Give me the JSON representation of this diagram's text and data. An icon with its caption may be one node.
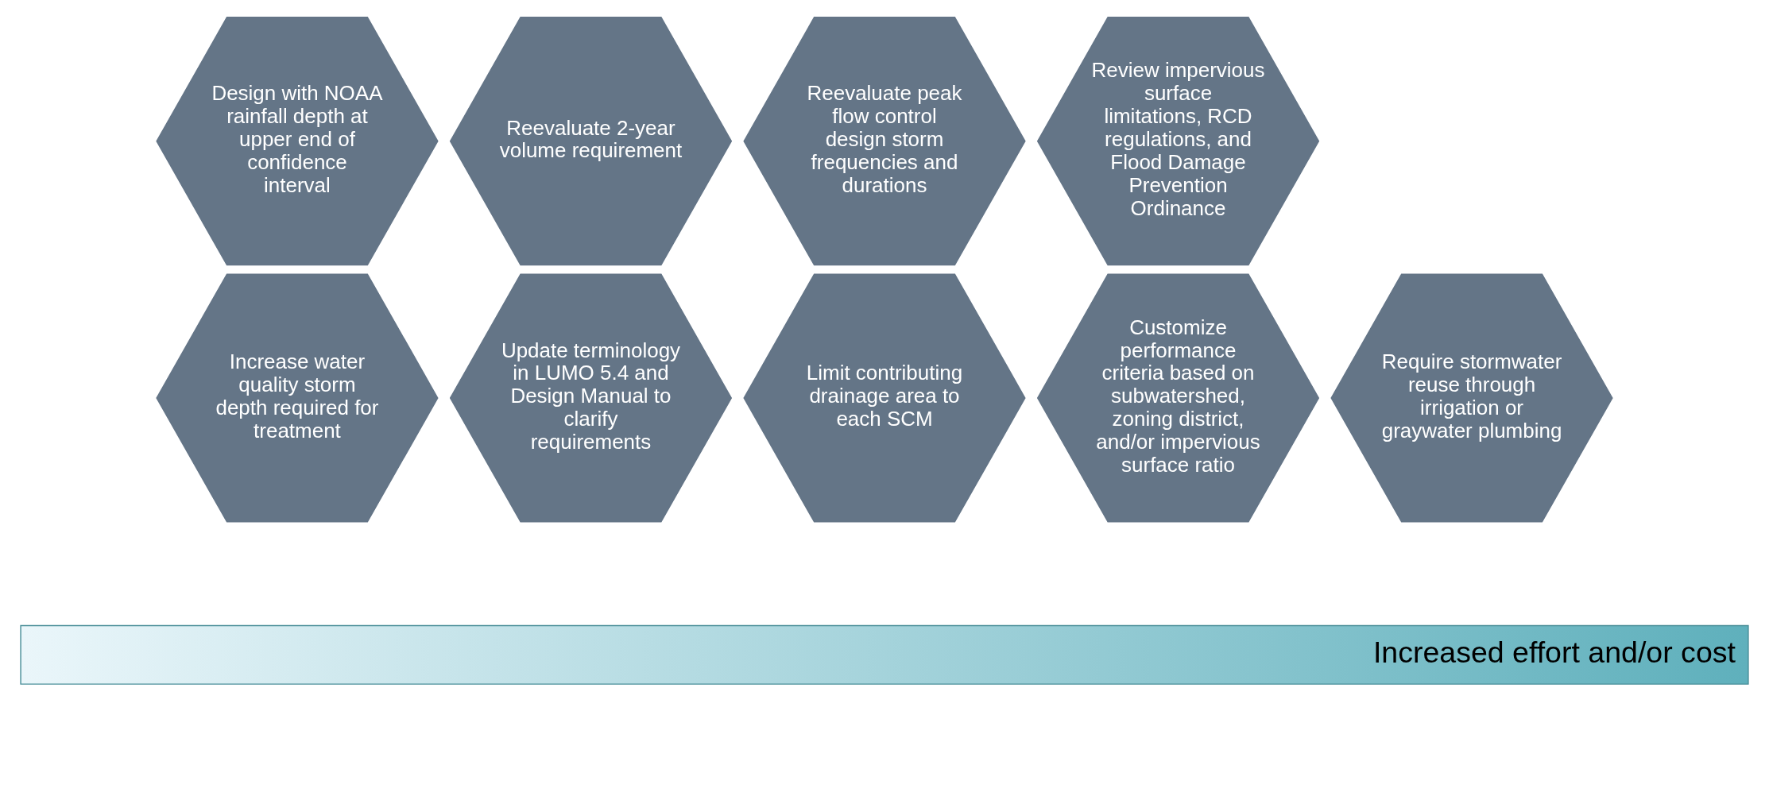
{
  "diagram": {
    "nodes": [
      {
        "text": [
          "Increase water quality storm depth required for treatment"
        ]
      },
      {
        "text": [
          "Design with NOAA rainfall depth at upper end of confidence interval"
        ]
      },
      {
        "text": [
          "Update terminology in LUMO 5.4 and Design Manual to clarify requirements"
        ]
      },
      {
        "text": [
          "Reevaluate 2-year volume requirement"
        ]
      },
      {
        "text": [
          "Limit contributing drainage area to each SCM"
        ]
      },
      {
        "text": [
          "Reevaluate peak flow control design storm frequencies and durations"
        ]
      },
      {
        "text": [
          "Customize performance criteria based on subwatershed, zoning district, and/or impervious surface ratio"
        ]
      },
      {
        "text": [
          "Review impervious surface limitations, RCD regulations, and Flood Damage Prevention Ordinance"
        ]
      },
      {
        "text": [
          "Require stormwater reuse through irrigation or graywater plumbing"
        ]
      }
    ],
    "edges": [],
    "labels": [
      "Increased effort and/or cost"
    ]
  }
}
